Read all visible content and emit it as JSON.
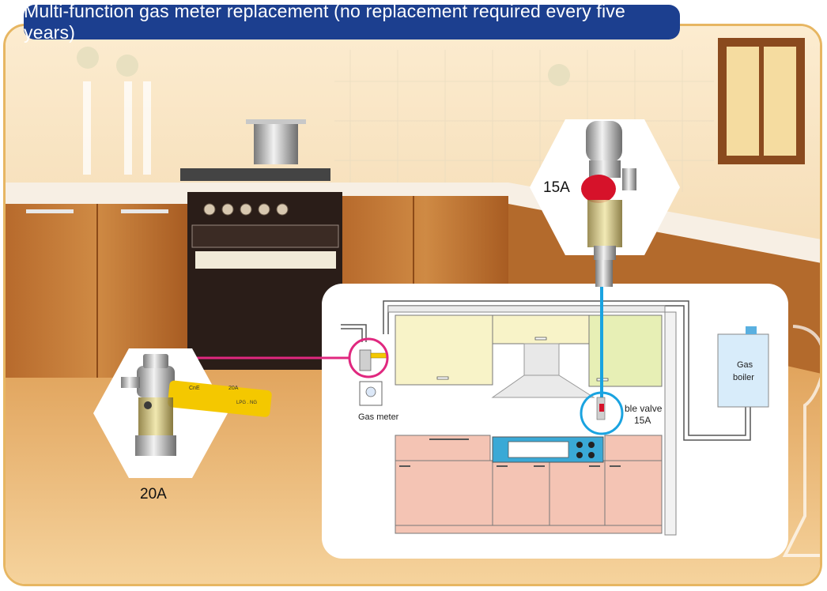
{
  "title": "Multi-function gas meter replacement (no replacement required every five years)",
  "callouts": {
    "top_valve_size": "15A",
    "left_valve_size": "20A",
    "flexible_valve_label": "ble valve",
    "flexible_valve_size": "15A"
  },
  "diagram": {
    "gas_meter_label": "Gas meter",
    "boiler_label_line1": "Gas",
    "boiler_label_line2": "boiler"
  },
  "valve_tag": {
    "brand_text": "CnE",
    "size_text": "20A",
    "gas_type_text": "LPG . NG"
  },
  "colors": {
    "title_bg": "#1c3f8f",
    "frame_border": "#e7b662",
    "magenta_line": "#e0287f",
    "blue_pipe": "#1aa3e0",
    "cabinet_upper": "#f8f3c8",
    "cabinet_lower": "#f4c4b4",
    "cabinet_green": "#e7efb5",
    "boiler_fill": "#d8ecfa",
    "cooktop": "#3aa9d6",
    "yellow_handle": "#f4c800",
    "red_handle": "#d6122a"
  }
}
